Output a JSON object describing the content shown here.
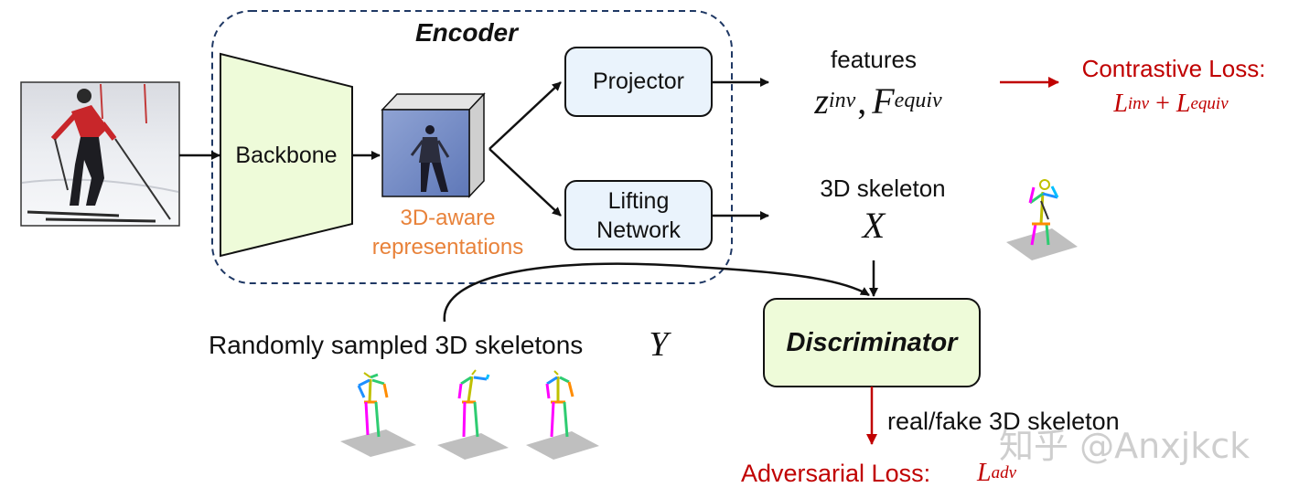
{
  "encoder": {
    "title": "Encoder"
  },
  "backbone": {
    "label": "Backbone"
  },
  "representations": {
    "line1": "3D-aware",
    "line2": "representations"
  },
  "projector": {
    "label": "Projector"
  },
  "lifting": {
    "line1": "Lifting",
    "line2": "Network"
  },
  "features": {
    "label": "features",
    "z": "z",
    "z_sub": "inv",
    "comma": ",",
    "F": "F",
    "F_sub": "equiv"
  },
  "contrastive": {
    "label": "Contrastive Loss:",
    "formula_a": "L",
    "formula_a_sub": "inv",
    "plus": " + ",
    "formula_b": "L",
    "formula_b_sub": "equiv"
  },
  "skeleton3d": {
    "label": "3D skeleton",
    "symbol": "X"
  },
  "sampled": {
    "label": "Randomly sampled 3D skeletons",
    "symbol": "Y"
  },
  "discriminator": {
    "label": "Discriminator"
  },
  "realfake": {
    "label": "real/fake 3D skeleton"
  },
  "adversarial": {
    "label": "Adversarial Loss:",
    "formula": "L",
    "formula_sub": "adv"
  },
  "watermark": {
    "text": "知乎 @Anxjkck"
  },
  "colors": {
    "green_fill": "#eefbd9",
    "blue_fill": "#eaf3fc",
    "dash_border": "#1f3864",
    "accent_red": "#c00000",
    "accent_orange": "#e8823a"
  }
}
